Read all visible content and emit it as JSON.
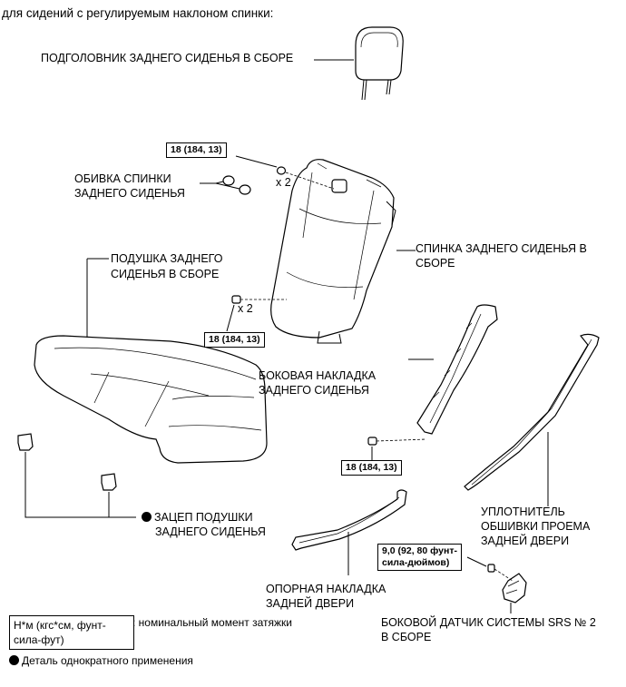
{
  "header": "для сидений с регулируемым наклоном спинки:",
  "labels": {
    "headrest": "ПОДГОЛОВНИК ЗАДНЕГО СИДЕНЬЯ В СБОРЕ",
    "backrest_cover_1": "ОБИВКА СПИНКИ",
    "backrest_cover_2": "ЗАДНЕГО СИДЕНЬЯ",
    "seatback_1": "СПИНКА ЗАДНЕГО СИДЕНЬЯ В",
    "seatback_2": "СБОРЕ",
    "cushion_1": "ПОДУШКА ЗАДНЕГО",
    "cushion_2": "СИДЕНЬЯ В СБОРЕ",
    "side_panel_1": "БОКОВАЯ НАКЛАДКА",
    "side_panel_2": "ЗАДНЕГО СИДЕНЬЯ",
    "hook_1": "ЗАЦЕП ПОДУШКИ",
    "hook_2": "ЗАДНЕГО СИДЕНЬЯ",
    "weatherstrip_1": "УПЛОТНИТЕЛЬ",
    "weatherstrip_2": "ОБШИВКИ ПРОЕМА",
    "weatherstrip_3": "ЗАДНЕЙ ДВЕРИ",
    "scuff_1": "ОПОРНАЯ НАКЛАДКА",
    "scuff_2": "ЗАДНЕЙ ДВЕРИ",
    "srs_1": "БОКОВОЙ ДАТЧИК СИСТЕМЫ SRS № 2",
    "srs_2": "В СБОРЕ"
  },
  "torque": {
    "seatback_top": "18 (184, 13)",
    "seatback_bottom": "18 (184, 13)",
    "side_panel": "18 (184, 13)",
    "srs_1": "9,0 (92, 80 фунт-",
    "srs_2": "сила-дюймов)"
  },
  "quantities": {
    "top_bolts": "x 2",
    "bottom_bolts": "x 2"
  },
  "legend": {
    "unit_1": "Н*м (кгс*см, фунт-",
    "unit_2": "сила-фут)",
    "unit_desc": ": номинальный момент затяжки",
    "non_reusable": "Деталь однократного применения"
  }
}
